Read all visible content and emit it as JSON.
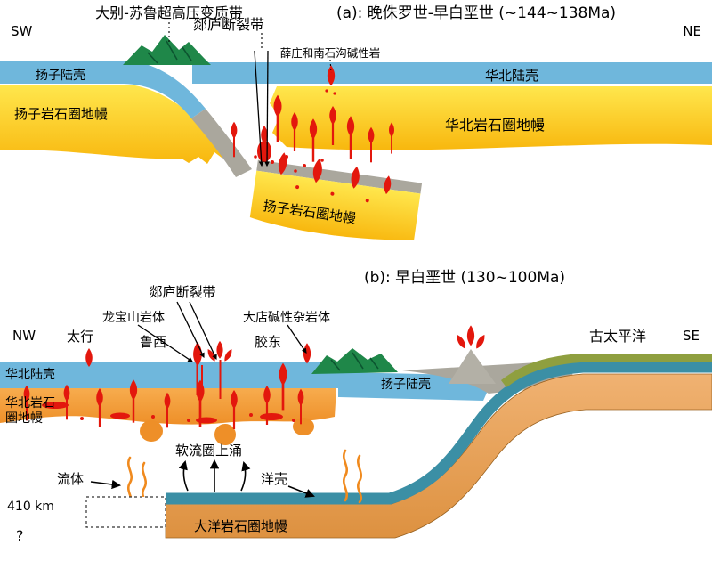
{
  "figure": {
    "panel_a": {
      "title": "(a): 晚侏罗世-早白垩世 (~144~138Ma)",
      "dir_left": "SW",
      "dir_right": "NE",
      "labels": {
        "uhp_belt": "大别-苏鲁超高压变质带",
        "tanlu_fault": "郯庐断裂带",
        "alkaline_rocks": "薛庄和南石沟碱性岩",
        "yangtze_crust": "扬子陆壳",
        "north_china_crust": "华北陆壳",
        "yangtze_mantle": "扬子岩石圈地幔",
        "north_china_mantle": "华北岩石圈地幔",
        "detached_slab": "扬子岩石圈地幔"
      }
    },
    "panel_b": {
      "title": "(b): 早白垩世 (130~100Ma)",
      "dir_left": "NW",
      "dir_right": "SE",
      "labels": {
        "tanlu_fault": "郯庐断裂带",
        "longbaoshan_pluton": "龙宝山岩体",
        "dadian_complex": "大店碱性杂岩体",
        "taihang": "太行",
        "luxi": "鲁西",
        "jiaodong": "胶东",
        "north_china_crust": "华北陆壳",
        "yangtze_crust": "扬子陆壳",
        "paleo_pacific": "古太平洋",
        "nc_mantle_line1": "华北岩石",
        "nc_mantle_line2": "圈地幔",
        "upwelling": "软流圈上涌",
        "fluid": "流体",
        "ocean_crust": "洋壳",
        "depth_410": "410 km",
        "unknown": "?",
        "oceanic_mantle": "大洋岩石圈地幔"
      }
    },
    "colors": {
      "crust_blue": "#6fb7dc",
      "mantle_yellow_top": "#ffe74d",
      "mantle_yellow_bottom": "#f8b70e",
      "mantle_orange_top": "#f7ac4e",
      "mantle_orange_bottom": "#ee8f28",
      "magma_red": "#e3170d",
      "metamorphic_belt_green": "#1f8749",
      "subducted_crust_gray": "#aaa79d",
      "oceanic_crust_teal": "#3b8fa5",
      "seafloor_olive": "#8f9f3f",
      "oceanic_mantle_tan_top": "#f0b272",
      "oceanic_mantle_tan_bottom": "#dd9140",
      "fluid_orange": "#f08a1e"
    }
  }
}
